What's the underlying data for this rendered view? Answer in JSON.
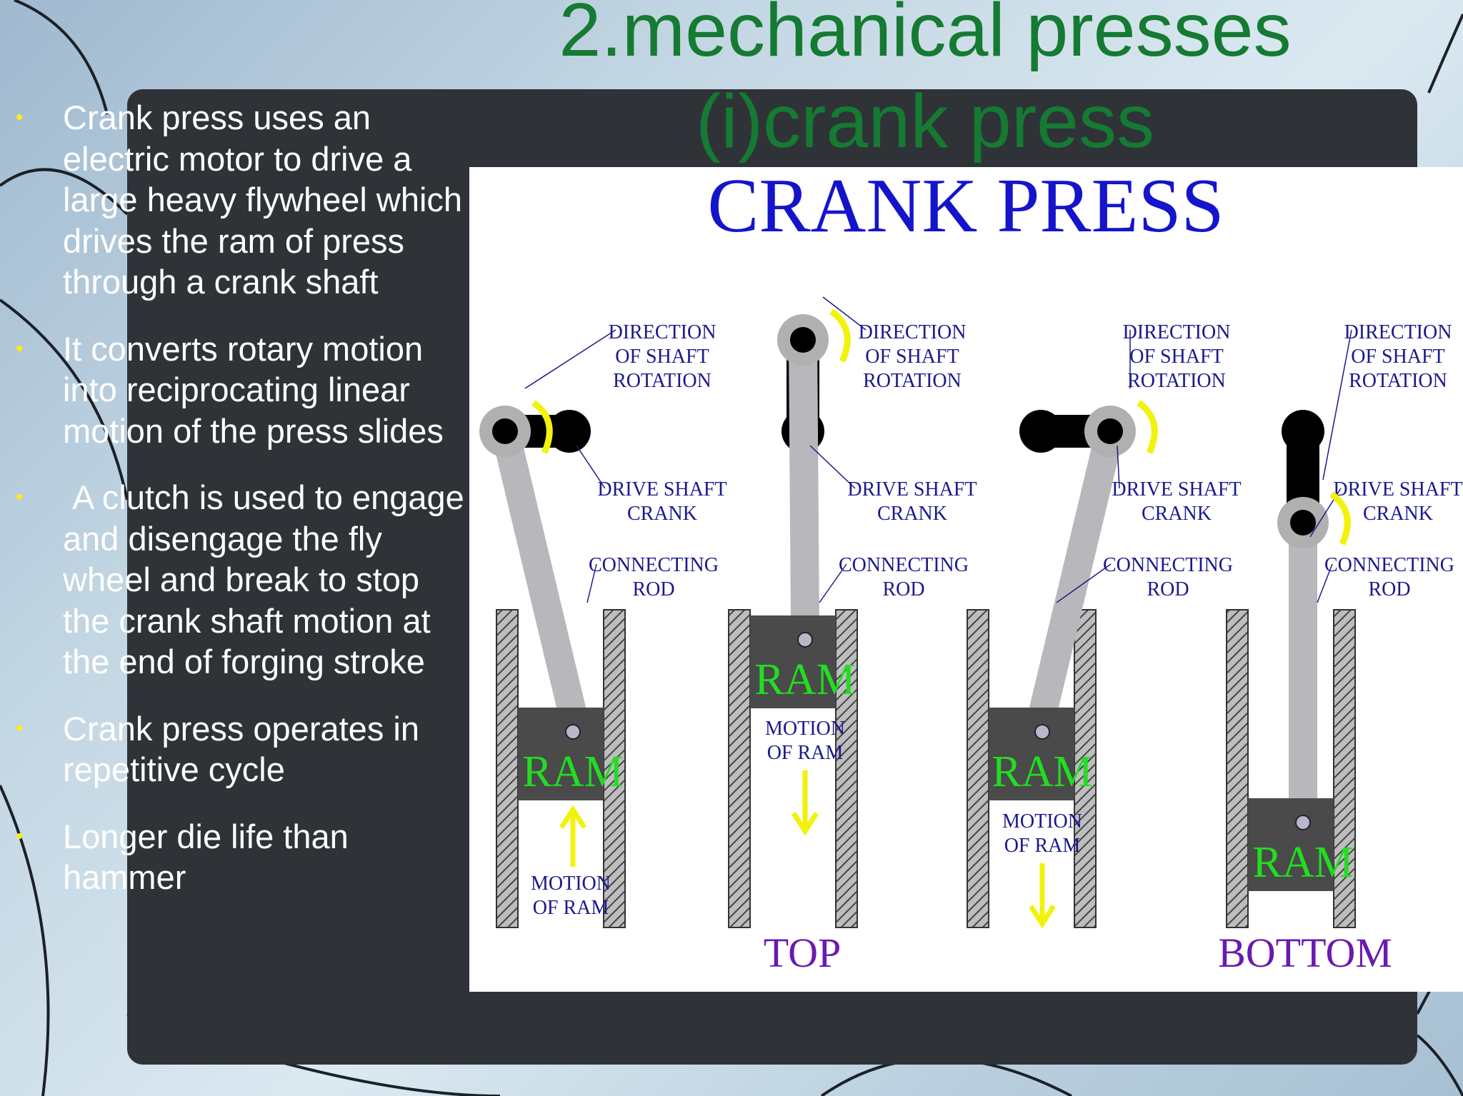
{
  "slide": {
    "title_line1": "2.mechanical presses",
    "title_line2": "(i)crank press",
    "bullets": [
      "Crank press uses an electric motor to drive a large heavy flywheel which drives the ram of press through a crank shaft",
      "It converts rotary motion into reciprocating linear motion of the press slides",
      " A clutch is used to engage and disengage the fly wheel and break to stop the crank shaft motion at the end of forging stroke",
      "Crank press operates in repetitive cycle",
      "Longer die life than hammer"
    ],
    "bullet_marker": "•"
  },
  "figure": {
    "heading": "CRANK PRESS",
    "label_direction_1": "DIRECTION",
    "label_direction_2": "OF SHAFT",
    "label_direction_3": "ROTATION",
    "label_drive_1": "DRIVE SHAFT",
    "label_drive_2": "CRANK",
    "label_rod_1": "CONNECTING",
    "label_rod_2": "ROD",
    "ram": "RAM",
    "motion_1": "MOTION",
    "motion_2": "OF RAM",
    "label_top": "TOP",
    "label_bottom": "BOTTOM"
  },
  "colors": {
    "title_green": "#157a32",
    "heading_blue": "#1414cc",
    "label_navy": "#1a1a8c",
    "ram_green": "#22dd22",
    "arrow_yellow": "#f2f20a",
    "position_purple": "#6a1ab0",
    "bullet_yellow": "#ffeb1a",
    "panel_dark": "#2f3338"
  }
}
